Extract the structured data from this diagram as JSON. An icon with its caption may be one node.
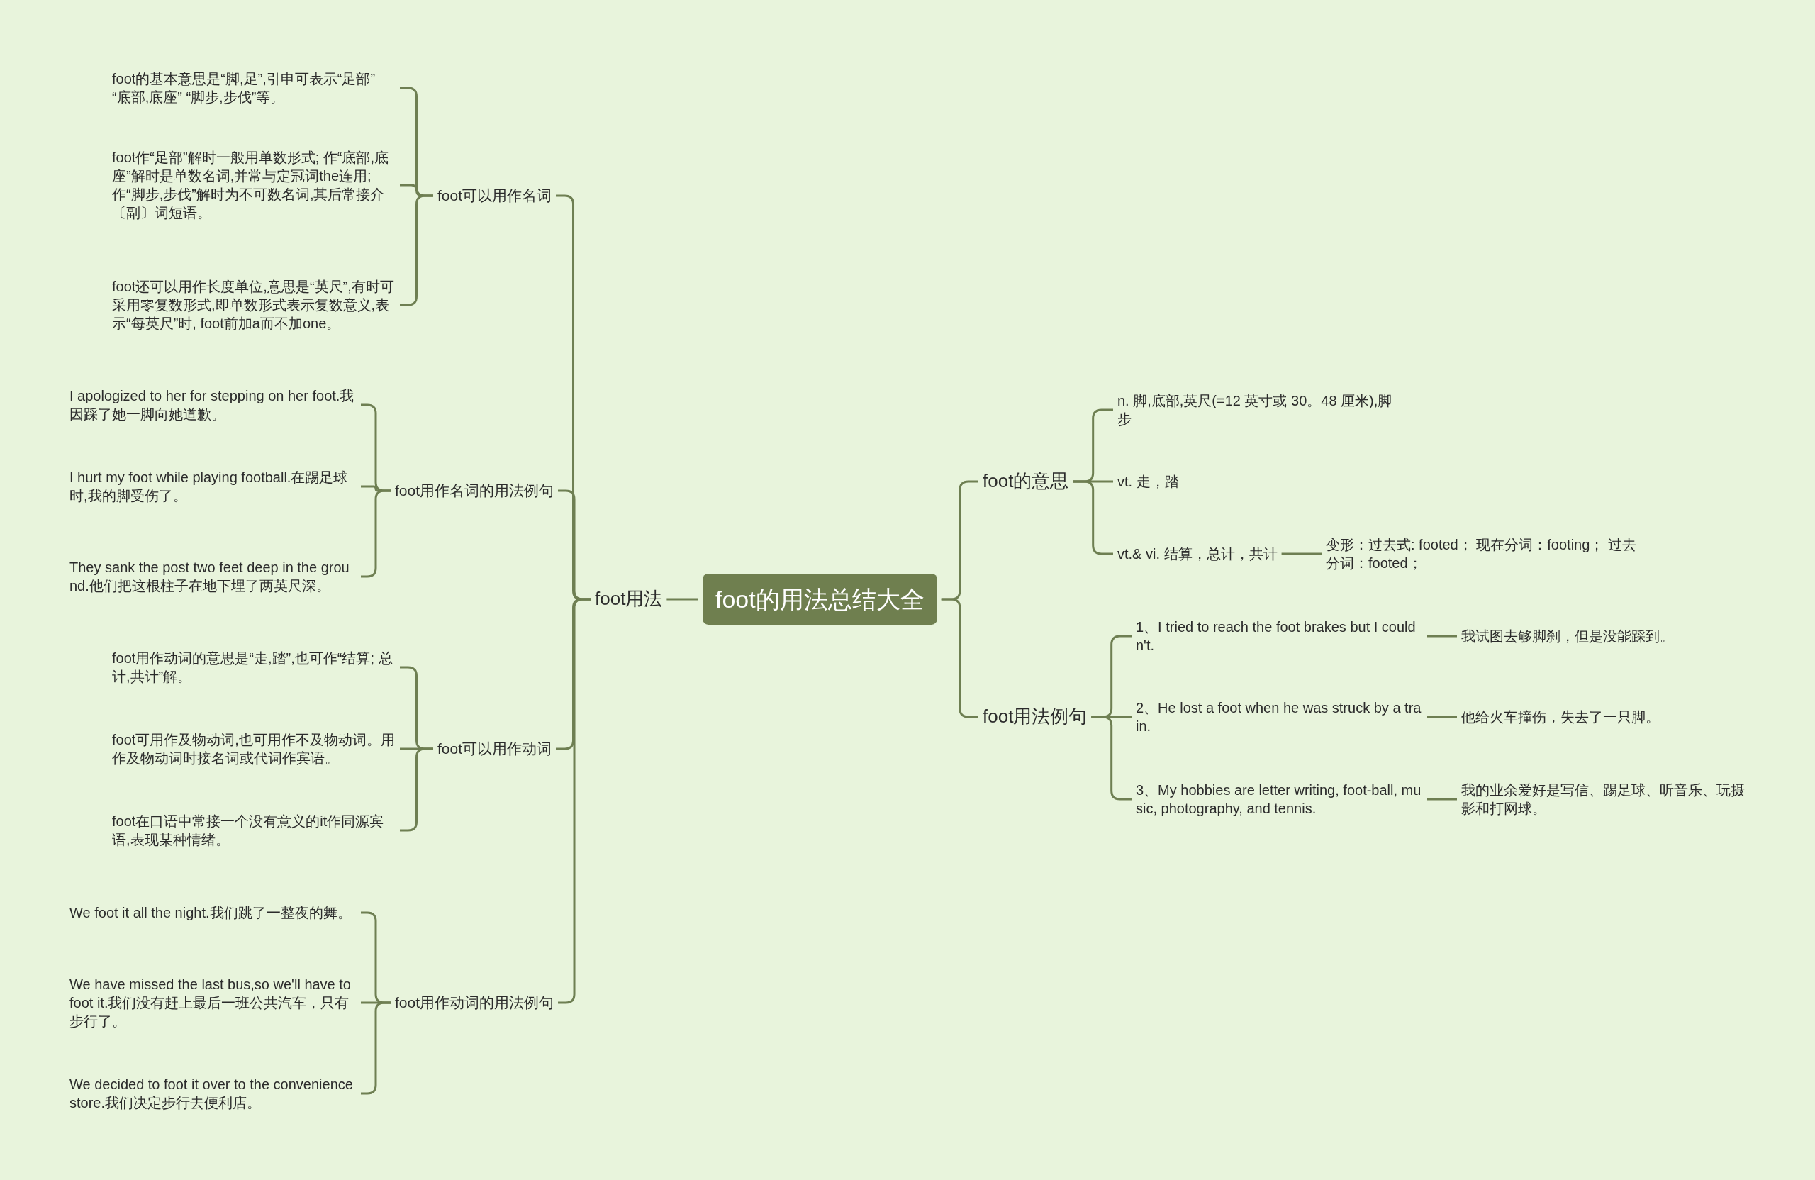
{
  "diagram": {
    "nodes": [
      {
        "text": [
          "foot的用法总结大全"
        ]
      },
      {
        "text": [
          "foot用法"
        ]
      },
      {
        "text": [
          "foot可以用作名词"
        ]
      },
      {
        "text": [
          "foot的基本意思是“脚,足”,引申可表示“足部” “底部,底座” “脚步,步伐”等。"
        ]
      },
      {
        "text": [
          "foot作“足部”解时一般用单数形式; 作“底部,底座”解时是单数名词,并常与定冠词the连用; 作“脚步,步伐”解时为不可数名词,其后常接介〔副〕词短语。"
        ]
      },
      {
        "text": [
          "foot还可以用作长度单位,意思是“英尺”,有时可采用零复数形式,即单数形式表示复数意义,表示“每英尺”时, foot前加a而不加one。"
        ]
      },
      {
        "text": [
          "foot用作名词的用法例句"
        ]
      },
      {
        "text": [
          "I apologized to her for stepping on her foot.我因踩了她一脚向她道歉。"
        ]
      },
      {
        "text": [
          "I hurt my foot while playing football.在踢足球时,我的脚受伤了。"
        ]
      },
      {
        "text": [
          "They sank the post two feet deep in the ground.他们把这根柱子在地下埋了两英尺深。"
        ]
      },
      {
        "text": [
          "foot可以用作动词"
        ]
      },
      {
        "text": [
          "foot用作动词的意思是“走,踏”,也可作“结算; 总计,共计”解。"
        ]
      },
      {
        "text": [
          "foot可用作及物动词,也可用作不及物动词。用作及物动词时接名词或代词作宾语。"
        ]
      },
      {
        "text": [
          "foot在口语中常接一个没有意义的it作同源宾语,表现某种情绪。"
        ]
      },
      {
        "text": [
          "foot用作动词的用法例句"
        ]
      },
      {
        "text": [
          "We foot it all the night.我们跳了一整夜的舞。"
        ]
      },
      {
        "text": [
          "We have missed the last bus,so we'll have  to foot it.我们没有赶上最后一班公共汽车，只有步行了。"
        ]
      },
      {
        "text": [
          "We decided to foot it over to the convenience store.我们决定步行去便利店。"
        ]
      },
      {
        "text": [
          "foot的意思"
        ]
      },
      {
        "text": [
          "n. 脚,底部,英尺(=12 英寸或 30。48 厘米),脚步"
        ]
      },
      {
        "text": [
          "vt. 走，踏"
        ]
      },
      {
        "text": [
          "vt.& vi. 结算，总计，共计"
        ]
      },
      {
        "text": [
          "变形：过去式: footed；  现在分词：footing；  过去分词：footed；"
        ]
      },
      {
        "text": [
          "foot用法例句"
        ]
      },
      {
        "text": [
          "1、I tried to reach the foot brakes but I couldn't."
        ]
      },
      {
        "text": [
          "我试图去够脚刹，但是没能踩到。"
        ]
      },
      {
        "text": [
          "2、He lost a foot when he was struck by a train."
        ]
      },
      {
        "text": [
          "他给火车撞伤，失去了一只脚。"
        ]
      },
      {
        "text": [
          "3、My hobbies are letter writing, foot-ball, music, photography, and tennis."
        ]
      },
      {
        "text": [
          "我的业余爱好是写信、踢足球、听音乐、玩摄影和打网球。"
        ]
      }
    ],
    "edges": [
      {
        "from": 0,
        "to": 1,
        "arrow": "none"
      },
      {
        "from": 1,
        "to": 2,
        "arrow": "none"
      },
      {
        "from": 2,
        "to": 3,
        "arrow": "none"
      },
      {
        "from": 2,
        "to": 4,
        "arrow": "none"
      },
      {
        "from": 2,
        "to": 5,
        "arrow": "none"
      },
      {
        "from": 1,
        "to": 6,
        "arrow": "none"
      },
      {
        "from": 6,
        "to": 7,
        "arrow": "none"
      },
      {
        "from": 6,
        "to": 8,
        "arrow": "none"
      },
      {
        "from": 6,
        "to": 9,
        "arrow": "none"
      },
      {
        "from": 1,
        "to": 10,
        "arrow": "none"
      },
      {
        "from": 10,
        "to": 11,
        "arrow": "none"
      },
      {
        "from": 10,
        "to": 12,
        "arrow": "none"
      },
      {
        "from": 10,
        "to": 13,
        "arrow": "none"
      },
      {
        "from": 1,
        "to": 14,
        "arrow": "none"
      },
      {
        "from": 14,
        "to": 15,
        "arrow": "none"
      },
      {
        "from": 14,
        "to": 16,
        "arrow": "none"
      },
      {
        "from": 14,
        "to": 17,
        "arrow": "none"
      },
      {
        "from": 0,
        "to": 18,
        "arrow": "none"
      },
      {
        "from": 18,
        "to": 19,
        "arrow": "none"
      },
      {
        "from": 18,
        "to": 20,
        "arrow": "none"
      },
      {
        "from": 18,
        "to": 21,
        "arrow": "none"
      },
      {
        "from": 21,
        "to": 22,
        "arrow": "none"
      },
      {
        "from": 0,
        "to": 23,
        "arrow": "none"
      },
      {
        "from": 23,
        "to": 24,
        "arrow": "none"
      },
      {
        "from": 24,
        "to": 25,
        "arrow": "none"
      },
      {
        "from": 23,
        "to": 26,
        "arrow": "none"
      },
      {
        "from": 26,
        "to": 27,
        "arrow": "none"
      },
      {
        "from": 23,
        "to": 28,
        "arrow": "none"
      },
      {
        "from": 28,
        "to": 29,
        "arrow": "none"
      }
    ]
  }
}
